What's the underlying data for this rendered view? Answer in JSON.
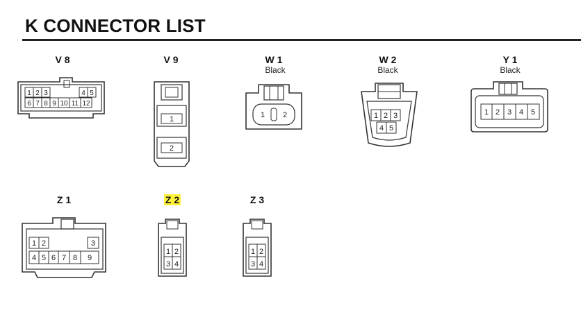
{
  "page": {
    "title": "K  CONNECTOR LIST"
  },
  "connectors": [
    {
      "id": "V8",
      "label": "V 8",
      "color": "",
      "pins_top": [
        "1",
        "2",
        "3",
        "4",
        "5"
      ],
      "pins_bottom": [
        "6",
        "7",
        "8",
        "9",
        "10",
        "11",
        "12"
      ]
    },
    {
      "id": "V9",
      "label": "V 9",
      "color": "",
      "pins": [
        "1",
        "2"
      ]
    },
    {
      "id": "W1",
      "label": "W 1",
      "color": "Black",
      "pins": [
        "1",
        "2"
      ]
    },
    {
      "id": "W2",
      "label": "W 2",
      "color": "Black",
      "pins_top": [
        "1",
        "2",
        "3"
      ],
      "pins_bottom": [
        "4",
        "5"
      ]
    },
    {
      "id": "Y1",
      "label": "Y 1",
      "color": "Black",
      "pins": [
        "1",
        "2",
        "3",
        "4",
        "5"
      ]
    },
    {
      "id": "Z1",
      "label": "Z 1",
      "color": "",
      "pins_top": [
        "1",
        "2",
        "3"
      ],
      "pins_bottom": [
        "4",
        "5",
        "6",
        "7",
        "8",
        "9"
      ],
      "highlighted": false
    },
    {
      "id": "Z2",
      "label": "Z 2",
      "color": "",
      "pins_top": [
        "1",
        "2"
      ],
      "pins_bottom": [
        "3",
        "4"
      ],
      "highlighted": true
    },
    {
      "id": "Z3",
      "label": "Z 3",
      "color": "",
      "pins_top": [
        "1",
        "2"
      ],
      "pins_bottom": [
        "3",
        "4"
      ],
      "highlighted": false
    }
  ],
  "colors": {
    "highlight": "#fff23a",
    "line": "#333333"
  }
}
